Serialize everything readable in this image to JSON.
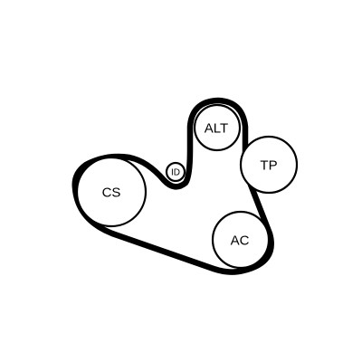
{
  "diagram": {
    "pulleys": {
      "cs": {
        "label": "CS"
      },
      "id": {
        "label": "ID"
      },
      "alt": {
        "label": "ALT"
      },
      "tp": {
        "label": "TP"
      },
      "ac": {
        "label": "AC"
      }
    },
    "colors": {
      "belt": "#000000",
      "pulley_stroke": "#000000",
      "background": "#ffffff"
    }
  }
}
